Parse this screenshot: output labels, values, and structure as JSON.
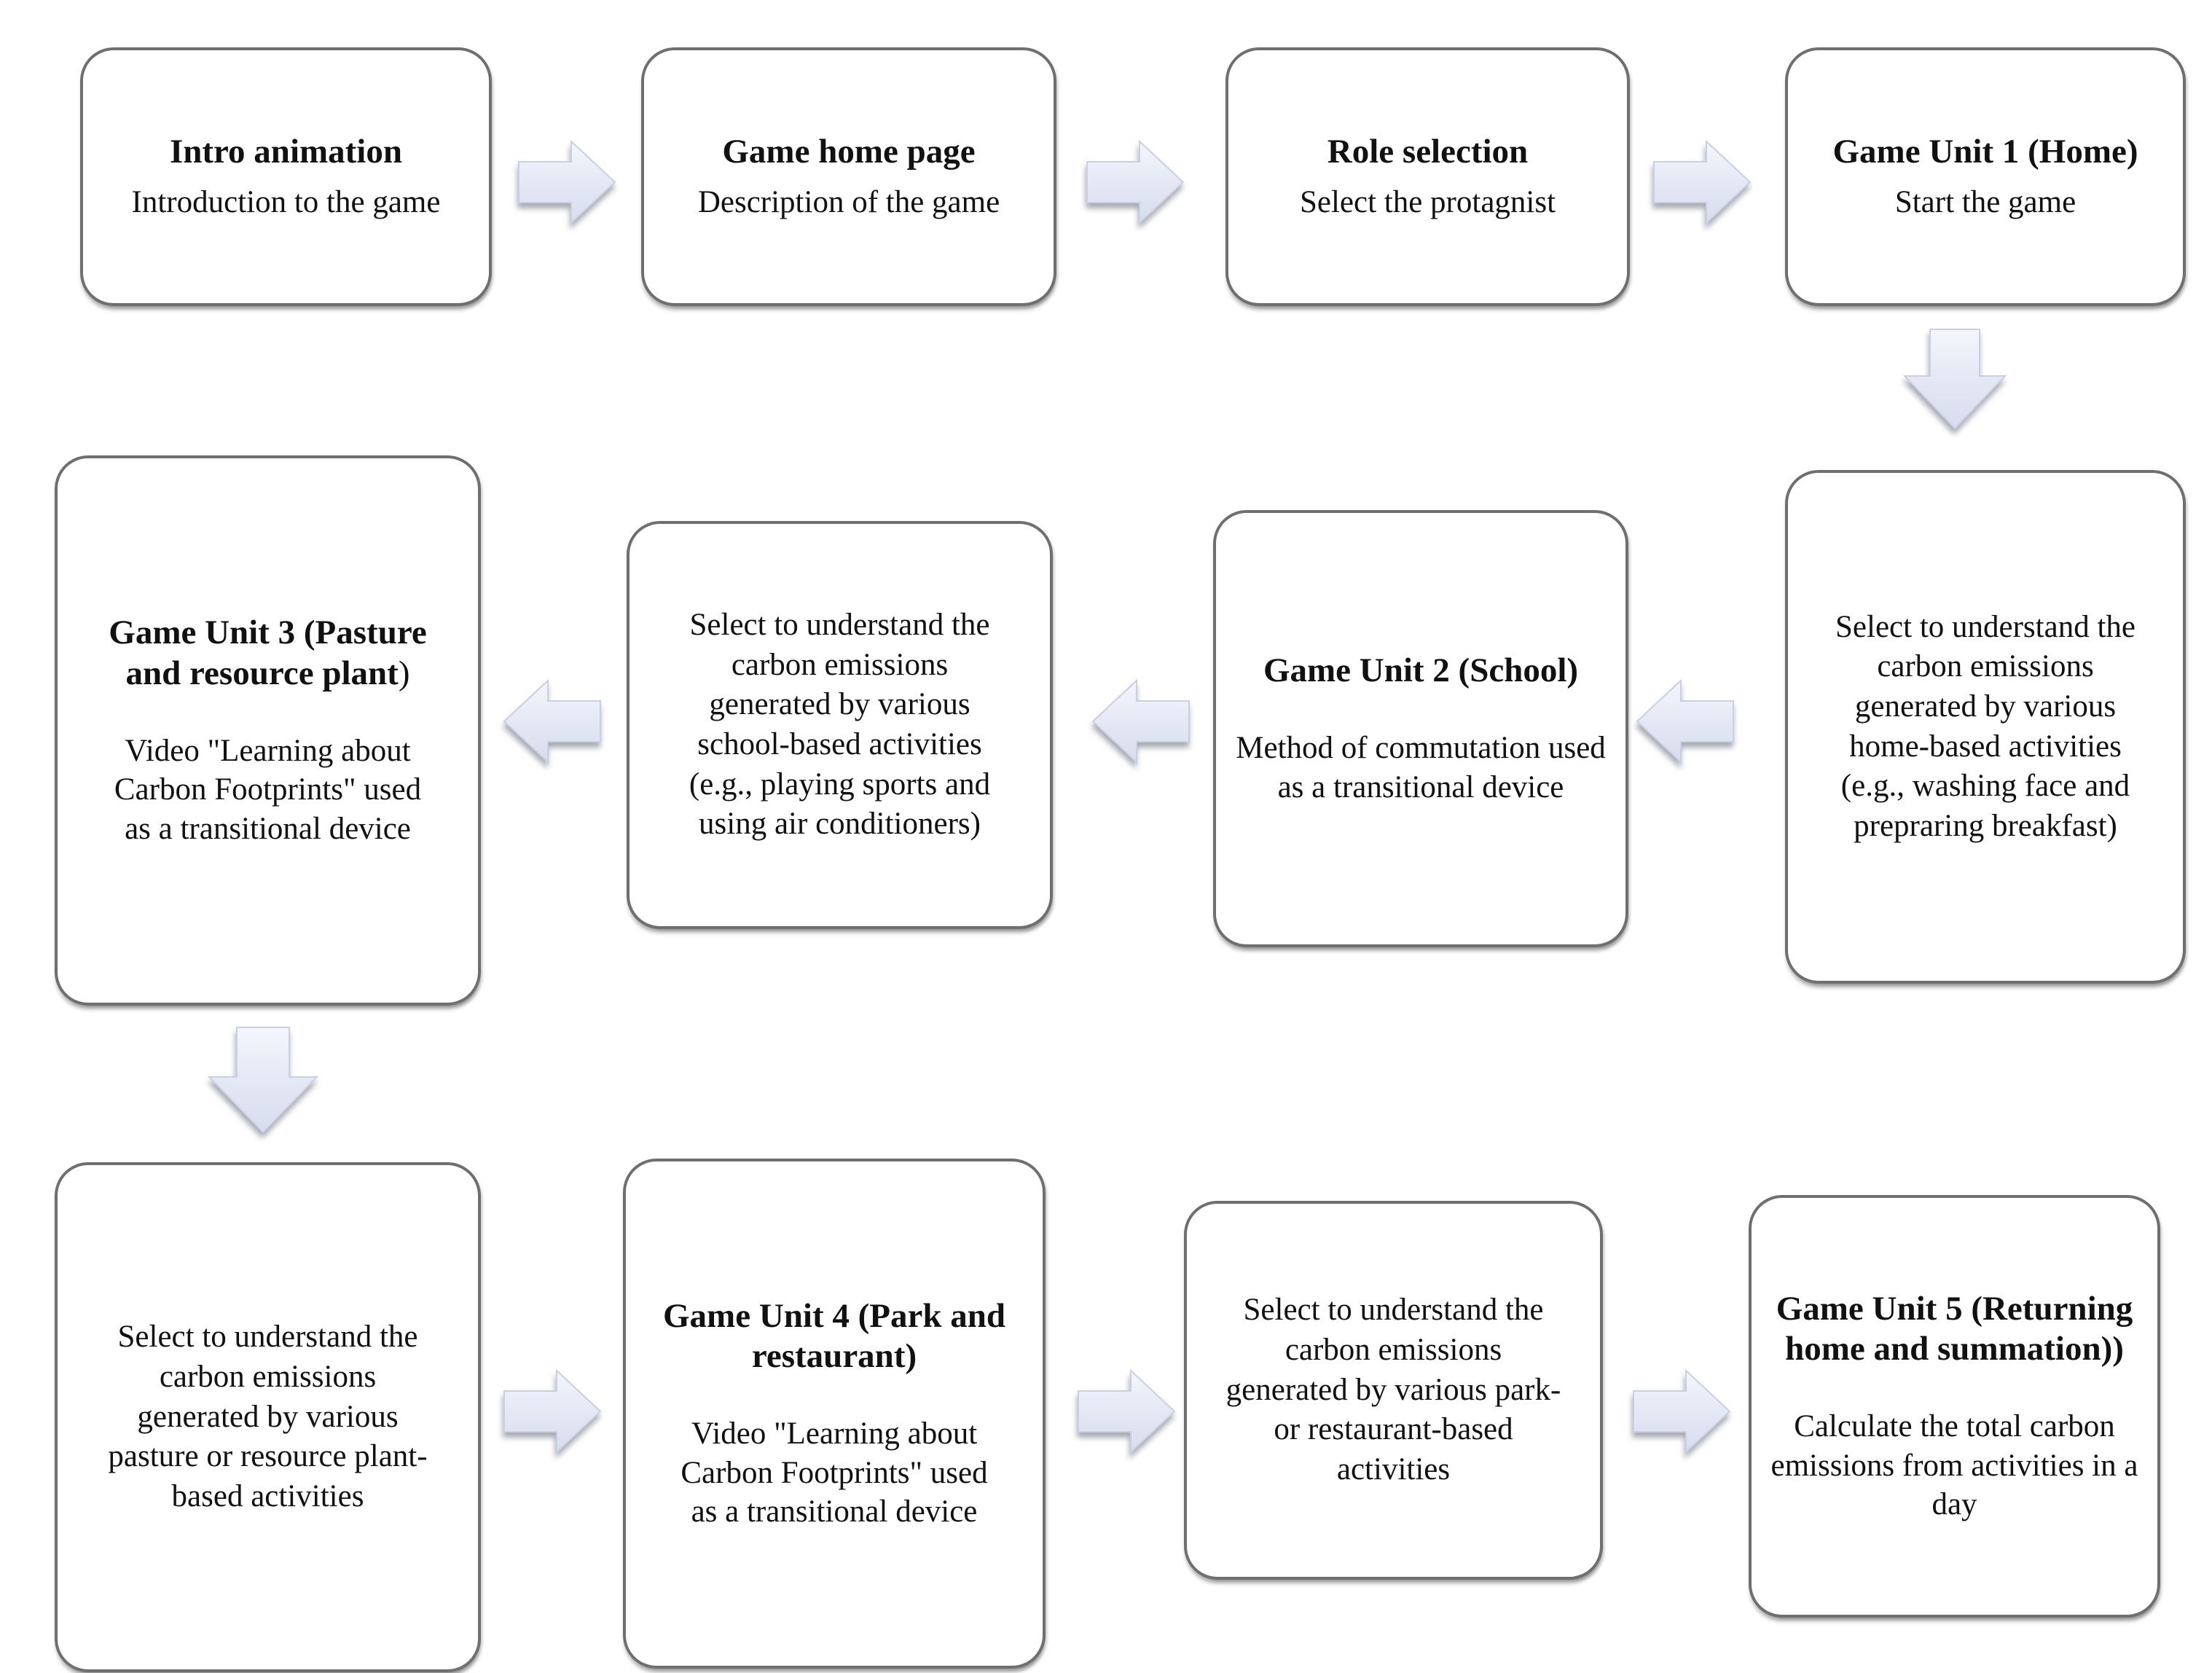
{
  "diagram": {
    "description_colors": {
      "box_fill": "#ffffff",
      "box_border": "#6f6f6f",
      "text": "#111111",
      "arrow_fill_top": "#f4f6fb",
      "arrow_fill_bottom": "#d7ddee"
    },
    "boxes": [
      {
        "id": "intro-animation",
        "title": "Intro animation",
        "body": "Introduction to the game"
      },
      {
        "id": "game-home-page",
        "title": "Game home page",
        "body": "Description of the game"
      },
      {
        "id": "role-selection",
        "title": "Role selection",
        "body": "Select the protagnist"
      },
      {
        "id": "game-unit-1",
        "title": "Game Unit 1 (Home)",
        "body": "Start the game"
      },
      {
        "id": "home-activities",
        "body": "Select to understand the carbon emissions generated by various home-based activities (e.g., washing face and prepraring breakfast)"
      },
      {
        "id": "game-unit-2",
        "title": "Game Unit 2 (School)",
        "body": "Method of commutation used as a transitional device"
      },
      {
        "id": "school-activities",
        "body": "Select to understand the carbon emissions generated by various school-based activities (e.g., playing sports and using air conditioners)"
      },
      {
        "id": "game-unit-3",
        "title": "Game Unit 3 (Pasture and resource plant",
        "title_tail": ")",
        "body": "Video \"Learning about Carbon Footprints\" used as a transitional device"
      },
      {
        "id": "pasture-activities",
        "body": "Select to understand the carbon emissions generated by various pasture or resource plant-based activities"
      },
      {
        "id": "game-unit-4",
        "title": "Game Unit 4 (Park and restaurant)",
        "body": "Video \"Learning about Carbon Footprints\" used as a transitional device"
      },
      {
        "id": "park-activities",
        "body": "Select to understand the carbon emissions generated by various park- or restaurant-based activities"
      },
      {
        "id": "game-unit-5",
        "title": "Game Unit 5 (Returning home and summation))",
        "body": "Calculate the total carbon emissions from activities in a day"
      }
    ],
    "arrows": [
      {
        "name": "arrow-intro-to-homepage",
        "direction": "right"
      },
      {
        "name": "arrow-homepage-to-role",
        "direction": "right"
      },
      {
        "name": "arrow-role-to-unit1",
        "direction": "right"
      },
      {
        "name": "arrow-unit1-to-home-activities",
        "direction": "down"
      },
      {
        "name": "arrow-home-activities-to-unit2",
        "direction": "left"
      },
      {
        "name": "arrow-unit2-to-school-activities",
        "direction": "left"
      },
      {
        "name": "arrow-school-activities-to-unit3",
        "direction": "left"
      },
      {
        "name": "arrow-unit3-to-pasture-activities",
        "direction": "down"
      },
      {
        "name": "arrow-pasture-activities-to-unit4",
        "direction": "right"
      },
      {
        "name": "arrow-unit4-to-park-activities",
        "direction": "right"
      },
      {
        "name": "arrow-park-activities-to-unit5",
        "direction": "right"
      }
    ]
  }
}
